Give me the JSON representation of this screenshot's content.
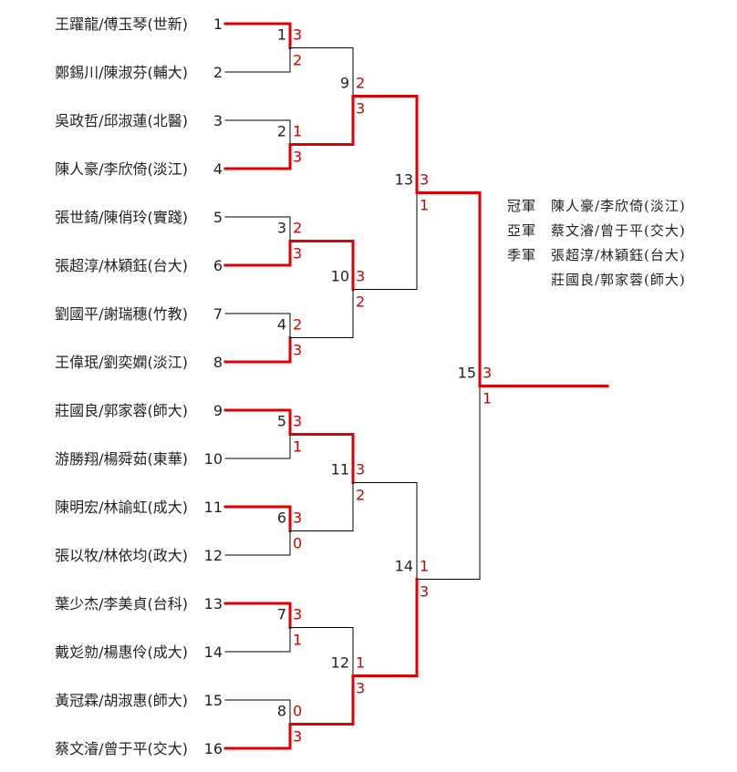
{
  "colors": {
    "win": "#e00000",
    "line": "#000000",
    "score": "#d00000",
    "text": "#222222"
  },
  "players": [
    {
      "seed": "1",
      "name": "王躍龍/傅玉琴(世新)"
    },
    {
      "seed": "2",
      "name": "鄭錫川/陳淑芬(輔大)"
    },
    {
      "seed": "3",
      "name": "吳政哲/邱淑蓮(北醫)"
    },
    {
      "seed": "4",
      "name": "陳人豪/李欣倚(淡江)"
    },
    {
      "seed": "5",
      "name": "張世錡/陳俏玲(實踐)"
    },
    {
      "seed": "6",
      "name": "張超淳/林穎鈺(台大)"
    },
    {
      "seed": "7",
      "name": "劉國平/謝瑞穗(竹教)"
    },
    {
      "seed": "8",
      "name": "王偉珉/劉奕嫻(淡江)"
    },
    {
      "seed": "9",
      "name": "莊國良/郭家蓉(師大)"
    },
    {
      "seed": "10",
      "name": "游勝翔/楊舜茹(東華)"
    },
    {
      "seed": "11",
      "name": "陳明宏/林諭虹(成大)"
    },
    {
      "seed": "12",
      "name": "張以牧/林依均(政大)"
    },
    {
      "seed": "13",
      "name": "葉少杰/李美貞(台科)"
    },
    {
      "seed": "14",
      "name": "戴彣勍/楊惠伶(成大)"
    },
    {
      "seed": "15",
      "name": "黃冠霖/胡淑惠(師大)"
    },
    {
      "seed": "16",
      "name": "蔡文濬/曾于平(交大)"
    }
  ],
  "matches": [
    {
      "id": "1",
      "a": "p1",
      "b": "p2",
      "scoreA": "3",
      "scoreB": "2"
    },
    {
      "id": "2",
      "a": "p3",
      "b": "p4",
      "scoreA": "1",
      "scoreB": "3"
    },
    {
      "id": "3",
      "a": "p5",
      "b": "p6",
      "scoreA": "2",
      "scoreB": "3"
    },
    {
      "id": "4",
      "a": "p7",
      "b": "p8",
      "scoreA": "2",
      "scoreB": "3"
    },
    {
      "id": "5",
      "a": "p9",
      "b": "p10",
      "scoreA": "3",
      "scoreB": "1"
    },
    {
      "id": "6",
      "a": "p11",
      "b": "p12",
      "scoreA": "3",
      "scoreB": "0"
    },
    {
      "id": "7",
      "a": "p13",
      "b": "p14",
      "scoreA": "3",
      "scoreB": "1"
    },
    {
      "id": "8",
      "a": "p15",
      "b": "p16",
      "scoreA": "0",
      "scoreB": "3"
    },
    {
      "id": "9",
      "a": "m1",
      "b": "m2",
      "scoreA": "2",
      "scoreB": "3"
    },
    {
      "id": "10",
      "a": "m3",
      "b": "m4",
      "scoreA": "3",
      "scoreB": "2"
    },
    {
      "id": "11",
      "a": "m5",
      "b": "m6",
      "scoreA": "3",
      "scoreB": "2"
    },
    {
      "id": "12",
      "a": "m7",
      "b": "m8",
      "scoreA": "1",
      "scoreB": "3"
    },
    {
      "id": "13",
      "a": "m9",
      "b": "m10",
      "scoreA": "3",
      "scoreB": "1"
    },
    {
      "id": "14",
      "a": "m11",
      "b": "m12",
      "scoreA": "1",
      "scoreB": "3"
    },
    {
      "id": "15",
      "a": "m13",
      "b": "m14",
      "scoreA": "3",
      "scoreB": "1"
    }
  ],
  "results": [
    {
      "title": "冠軍",
      "name": "陳人豪/李欣倚(淡江)"
    },
    {
      "title": "亞軍",
      "name": "蔡文濬/曾于平(交大)"
    },
    {
      "title": "季軍",
      "name": "張超淳/林穎鈺(台大)"
    },
    {
      "title": "",
      "name": "莊國良/郭家蓉(師大)"
    }
  ]
}
